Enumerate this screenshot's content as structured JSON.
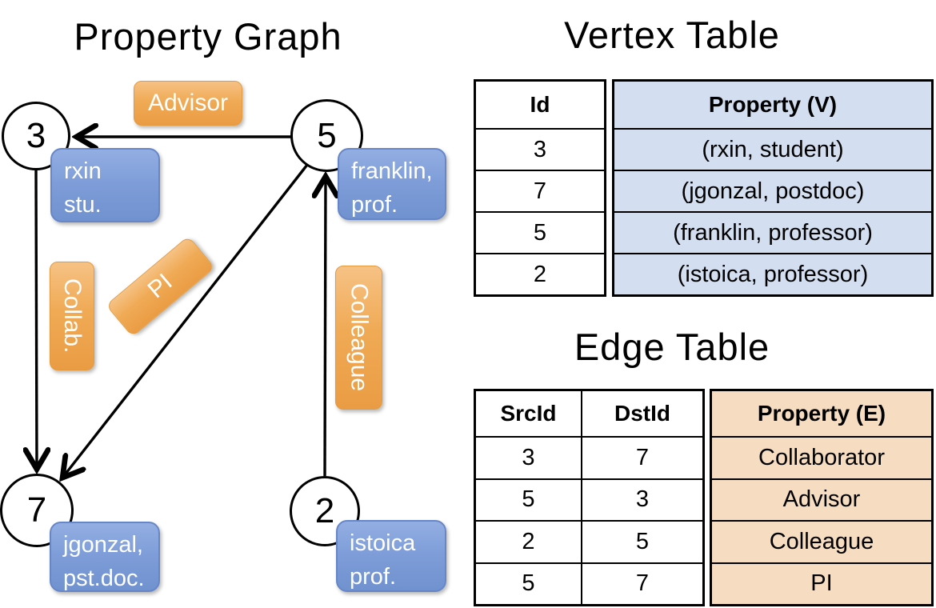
{
  "graph": {
    "title": "Property Graph",
    "nodes": {
      "n3": {
        "id": "3",
        "property": {
          "line1": "rxin",
          "line2": "stu."
        }
      },
      "n5": {
        "id": "5",
        "property": {
          "line1": "franklin,",
          "line2": "prof."
        }
      },
      "n7": {
        "id": "7",
        "property": {
          "line1": "jgonzal,",
          "line2": "pst.doc."
        }
      },
      "n2": {
        "id": "2",
        "property": {
          "line1": "istoica",
          "line2": "prof."
        }
      }
    },
    "edge_labels": {
      "advisor": "Advisor",
      "collaborator": "Collab.",
      "pi": "PI",
      "colleague": "Colleague"
    }
  },
  "vertex_table": {
    "title": "Vertex Table",
    "columns": {
      "id": "Id",
      "property": "Property (V)"
    },
    "rows": [
      [
        "3",
        "(rxin, student)"
      ],
      [
        "7",
        "(jgonzal, postdoc)"
      ],
      [
        "5",
        "(franklin, professor)"
      ],
      [
        "2",
        "(istoica, professor)"
      ]
    ]
  },
  "edge_table": {
    "title": "Edge Table",
    "columns": {
      "src": "SrcId",
      "dst": "DstId",
      "property": "Property (E)"
    },
    "rows": [
      [
        "3",
        "7",
        "Collaborator"
      ],
      [
        "5",
        "3",
        "Advisor"
      ],
      [
        "2",
        "5",
        "Colleague"
      ],
      [
        "5",
        "7",
        "PI"
      ]
    ]
  },
  "colors": {
    "edge_label_orange": "#efa54c",
    "vertex_property_blue": "#7b9bd7",
    "vertex_cell_bg": "#d3dff0",
    "edge_cell_bg": "#f6ddc2"
  }
}
